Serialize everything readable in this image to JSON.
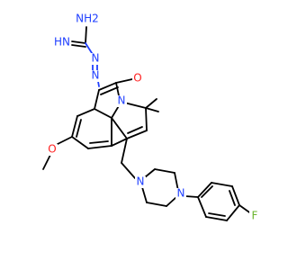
{
  "molecule": {
    "colors": {
      "bond": "#000000",
      "nitrogen": "#1f3fff",
      "oxygen": "#ff1f1f",
      "fluorine": "#6ab42d",
      "background": "#ffffff"
    },
    "atom_labels": {
      "nh2": "NH2",
      "nh": "HN",
      "n1": "N",
      "n2": "N",
      "n_ring": "N",
      "o_carbonyl": "O",
      "o_methoxy": "O",
      "n_pip1": "N",
      "n_pip2": "N",
      "f": "F"
    }
  }
}
